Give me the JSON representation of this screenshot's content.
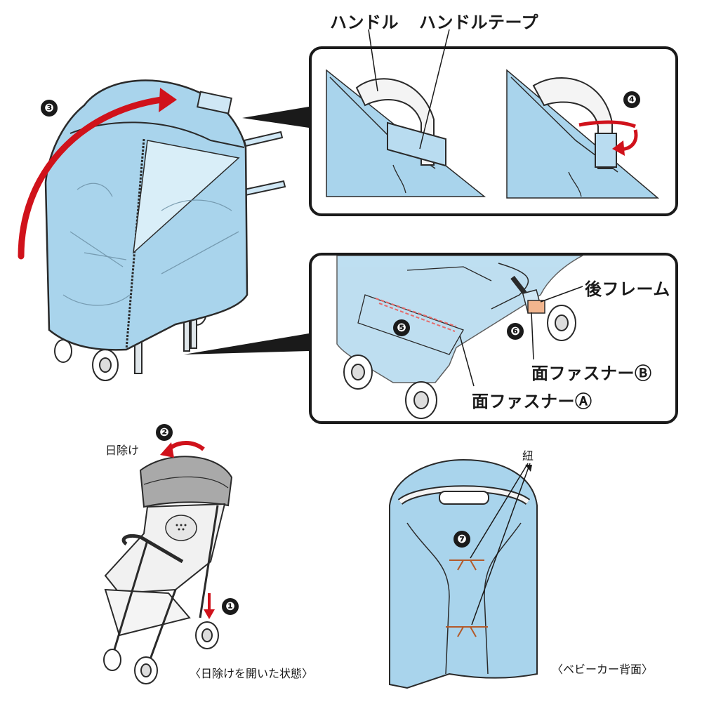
{
  "colors": {
    "cover_fill": "#a9d4ec",
    "cover_stroke": "#2a2a2a",
    "arrow_red": "#d0121b",
    "handle_fill": "#f4f4f4",
    "tape_fill": "#b9dcf0",
    "velcro_b": "#f1b58e",
    "velcro_a": "#f3b9b9",
    "canopy_grey": "#a9a9a9"
  },
  "callouts": {
    "handle": "ハンドル",
    "handle_tape": "ハンドルテープ",
    "rear_frame": "後フレーム",
    "velcro_b": "面ファスナーⒷ",
    "velcro_a": "面ファスナーⒶ",
    "sunshade": "日除け",
    "string": "紐"
  },
  "steps": {
    "s1": "❶",
    "s2": "❷",
    "s3": "❸",
    "s4": "❹",
    "s5": "❺",
    "s6": "❻",
    "s7": "❼"
  },
  "captions": {
    "open_sunshade": "〈日除けを開いた状態〉",
    "stroller_back": "〈ベビーカー背面〉"
  },
  "icons": {
    "rotate_arrow": "curved-red-arrow",
    "down_arrow": "red-down-arrow"
  }
}
